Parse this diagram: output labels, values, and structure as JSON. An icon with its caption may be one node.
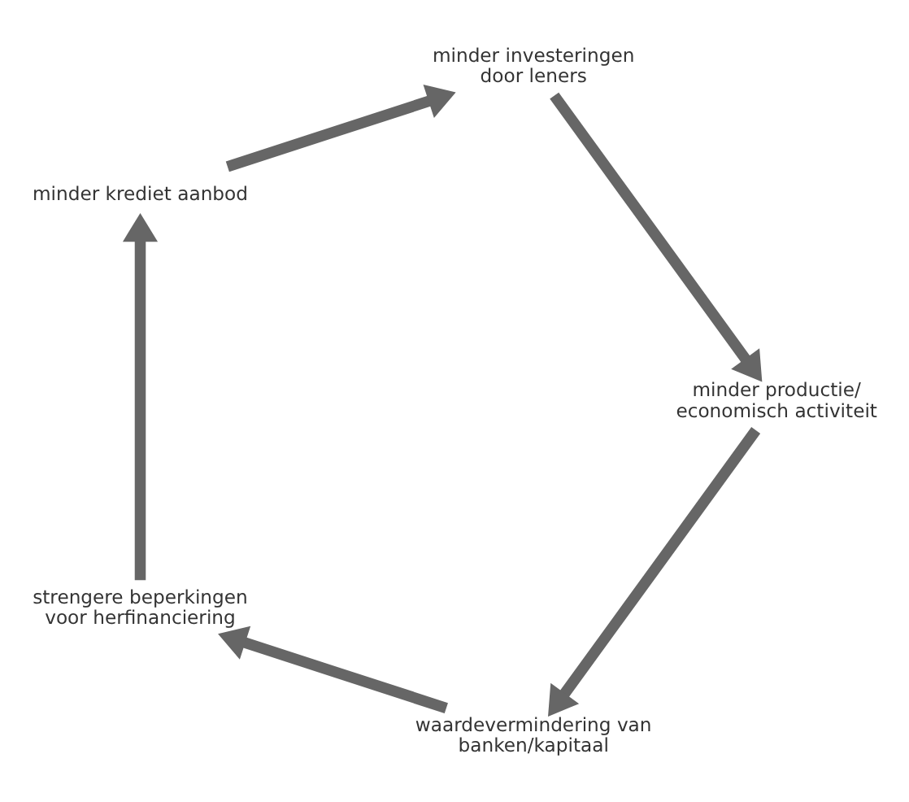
{
  "diagram": {
    "nodes": [
      {
        "text": [
          "waardevermindering van banken/kapitaal"
        ]
      },
      {
        "text": [
          "strengere beperkingen voor herfinanciering"
        ]
      },
      {
        "text": [
          "minder krediet aanbod"
        ]
      },
      {
        "text": [
          "minder investeringen door leners"
        ]
      },
      {
        "text": [
          "minder productie/ economisch activiteit"
        ]
      }
    ],
    "edges": [
      {
        "from": 0,
        "to": 1,
        "arrow": "to"
      },
      {
        "from": 1,
        "to": 2,
        "arrow": "to"
      },
      {
        "from": 2,
        "to": 3,
        "arrow": "to"
      },
      {
        "from": 3,
        "to": 4,
        "arrow": "to"
      },
      {
        "from": 4,
        "to": 0,
        "arrow": "to"
      }
    ]
  }
}
